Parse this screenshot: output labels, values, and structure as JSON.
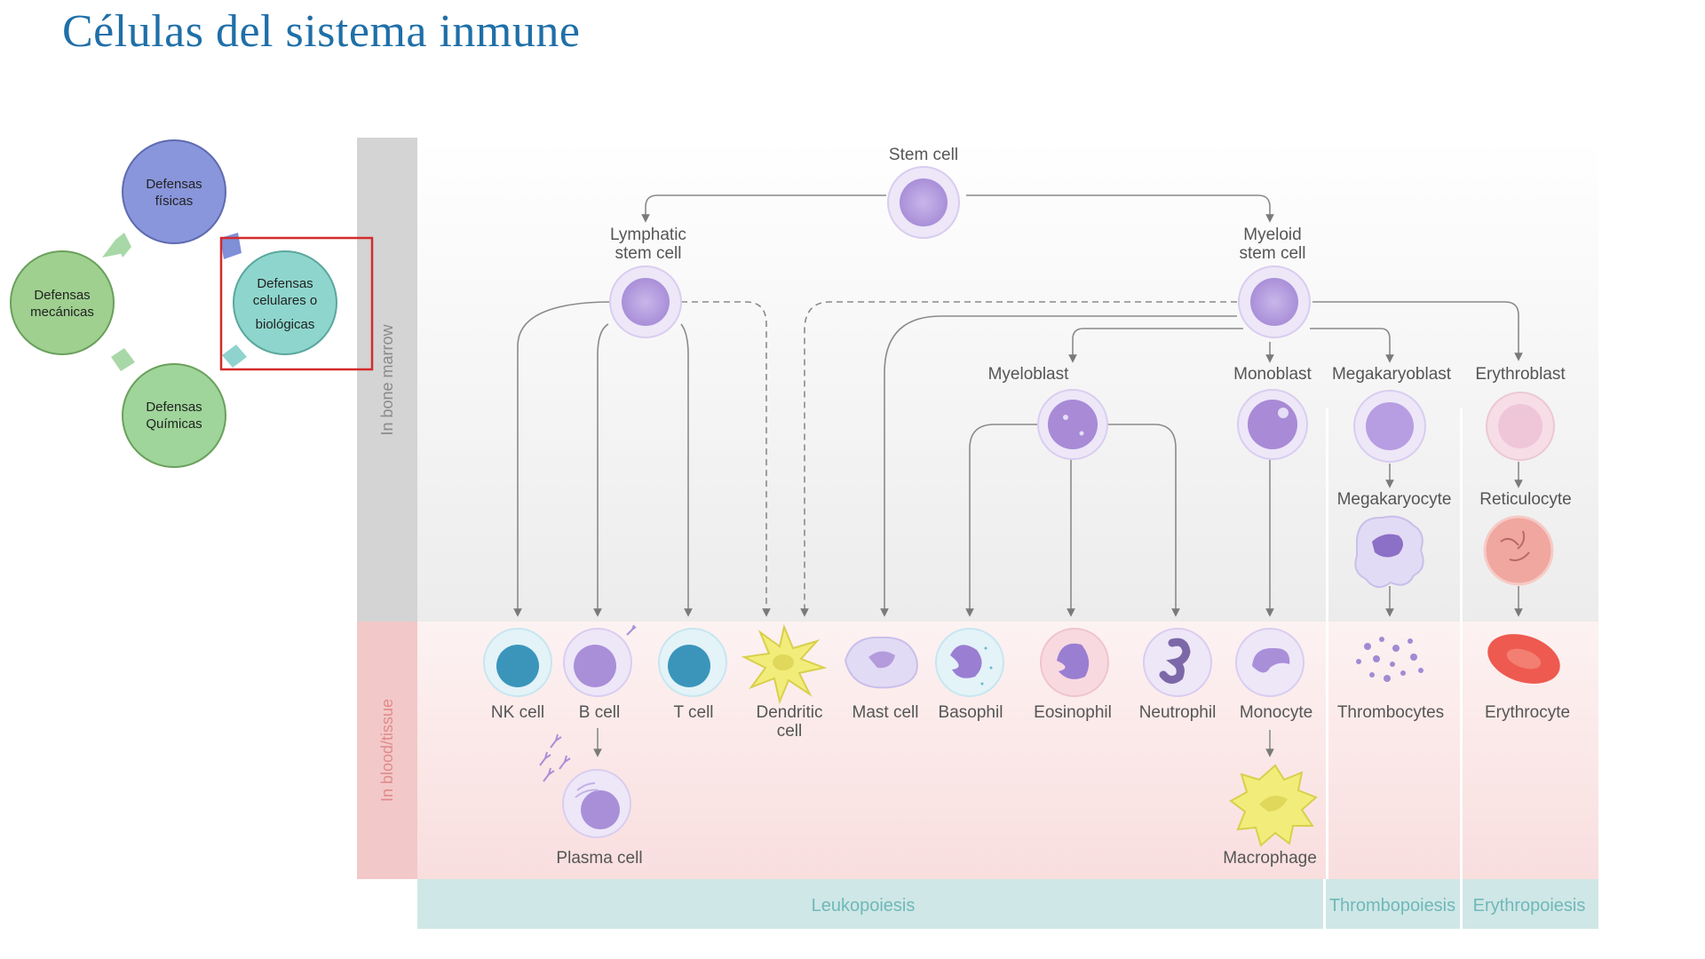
{
  "title": "Células del sistema inmune",
  "defenses": {
    "fisicas": [
      "Defensas",
      "físicas"
    ],
    "mecanicas": [
      "Defensas",
      "mecánicas"
    ],
    "quimicas": [
      "Defensas",
      "Químicas"
    ],
    "celulares": [
      "Defensas",
      "celulares o",
      "biológicas"
    ]
  },
  "sidebars": {
    "bone_marrow": "In bone marrow",
    "blood_tissue": "In blood/tissue"
  },
  "bands": {
    "leukopoiesis": "Leukopoiesis",
    "thrombopoiesis": "Thrombopoiesis",
    "erythropoiesis": "Erythropoiesis"
  },
  "cells": {
    "stem": "Stem cell",
    "lymphatic": [
      "Lymphatic",
      "stem cell"
    ],
    "myeloid": [
      "Myeloid",
      "stem cell"
    ],
    "myeloblast": "Myeloblast",
    "monoblast": "Monoblast",
    "megakaryoblast": "Megakaryoblast",
    "erythroblast": "Erythroblast",
    "megakaryocyte": "Megakaryocyte",
    "reticulocyte": "Reticulocyte",
    "nk": "NK cell",
    "b": "B cell",
    "t": "T cell",
    "dendritic": [
      "Dendritic",
      "cell"
    ],
    "mast": "Mast cell",
    "basophil": "Basophil",
    "eosinophil": "Eosinophil",
    "neutrophil": "Neutrophil",
    "monocyte": "Monocyte",
    "thrombocytes": "Thrombocytes",
    "erythrocyte": "Erythrocyte",
    "plasma": "Plasma cell",
    "macrophage": "Macrophage"
  }
}
